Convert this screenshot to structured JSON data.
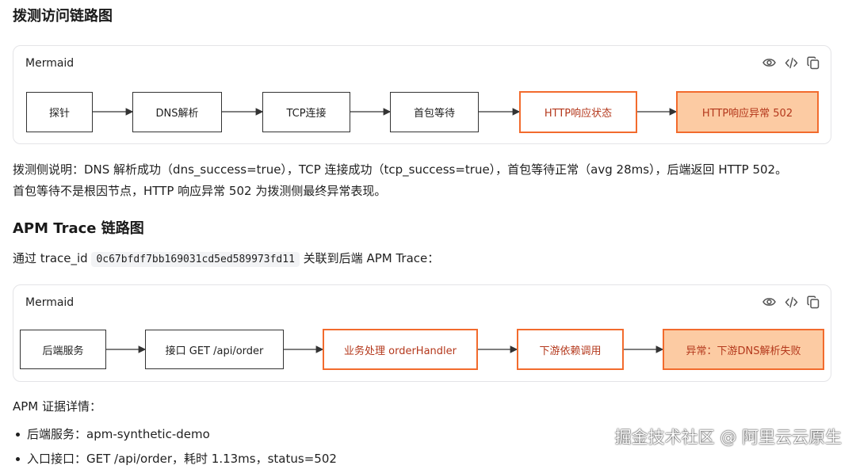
{
  "section1": {
    "title": "拨测访问链路图",
    "mermaid": {
      "label": "Mermaid",
      "tools": [
        "eye-icon",
        "code-icon",
        "copy-icon"
      ],
      "nodes": [
        {
          "label": "探针",
          "style": "normal"
        },
        {
          "label": "DNS解析",
          "style": "normal"
        },
        {
          "label": "TCP连接",
          "style": "normal"
        },
        {
          "label": "首包等待",
          "style": "normal"
        },
        {
          "label": "HTTP响应状态",
          "style": "warn"
        },
        {
          "label": "HTTP响应异常 502",
          "style": "error"
        }
      ]
    },
    "description_line1": "拨测侧说明：DNS 解析成功（dns_success=true），TCP 连接成功（tcp_success=true），首包等待正常（avg 28ms），后端返回 HTTP 502。",
    "description_line2": "首包等待不是根因节点，HTTP 响应异常 502 为拨测侧最终异常表现。"
  },
  "section2": {
    "title": "APM Trace 链路图",
    "trace_prefix": "通过 trace_id ",
    "trace_id": "0c67bfdf7bb169031cd5ed589973fd11",
    "trace_suffix": " 关联到后端 APM Trace：",
    "mermaid": {
      "label": "Mermaid",
      "tools": [
        "eye-icon",
        "code-icon",
        "copy-icon"
      ],
      "nodes": [
        {
          "label": "后端服务",
          "style": "normal"
        },
        {
          "label": "接口 GET /api/order",
          "style": "normal"
        },
        {
          "label": "业务处理 orderHandler",
          "style": "warn"
        },
        {
          "label": "下游依赖调用",
          "style": "warn"
        },
        {
          "label": "异常：下游DNS解析失败",
          "style": "error"
        }
      ]
    },
    "evidence_title": "APM 证据详情：",
    "evidence_items": [
      "后端服务：apm-synthetic-demo",
      "入口接口：GET /api/order，耗时 1.13ms，status=502"
    ]
  },
  "colors": {
    "warn_border": "#f26b2d",
    "error_fill": "#fccba3",
    "warn_text": "#b4381c"
  },
  "watermark": "掘金技术社区 @ 阿里云云原生"
}
